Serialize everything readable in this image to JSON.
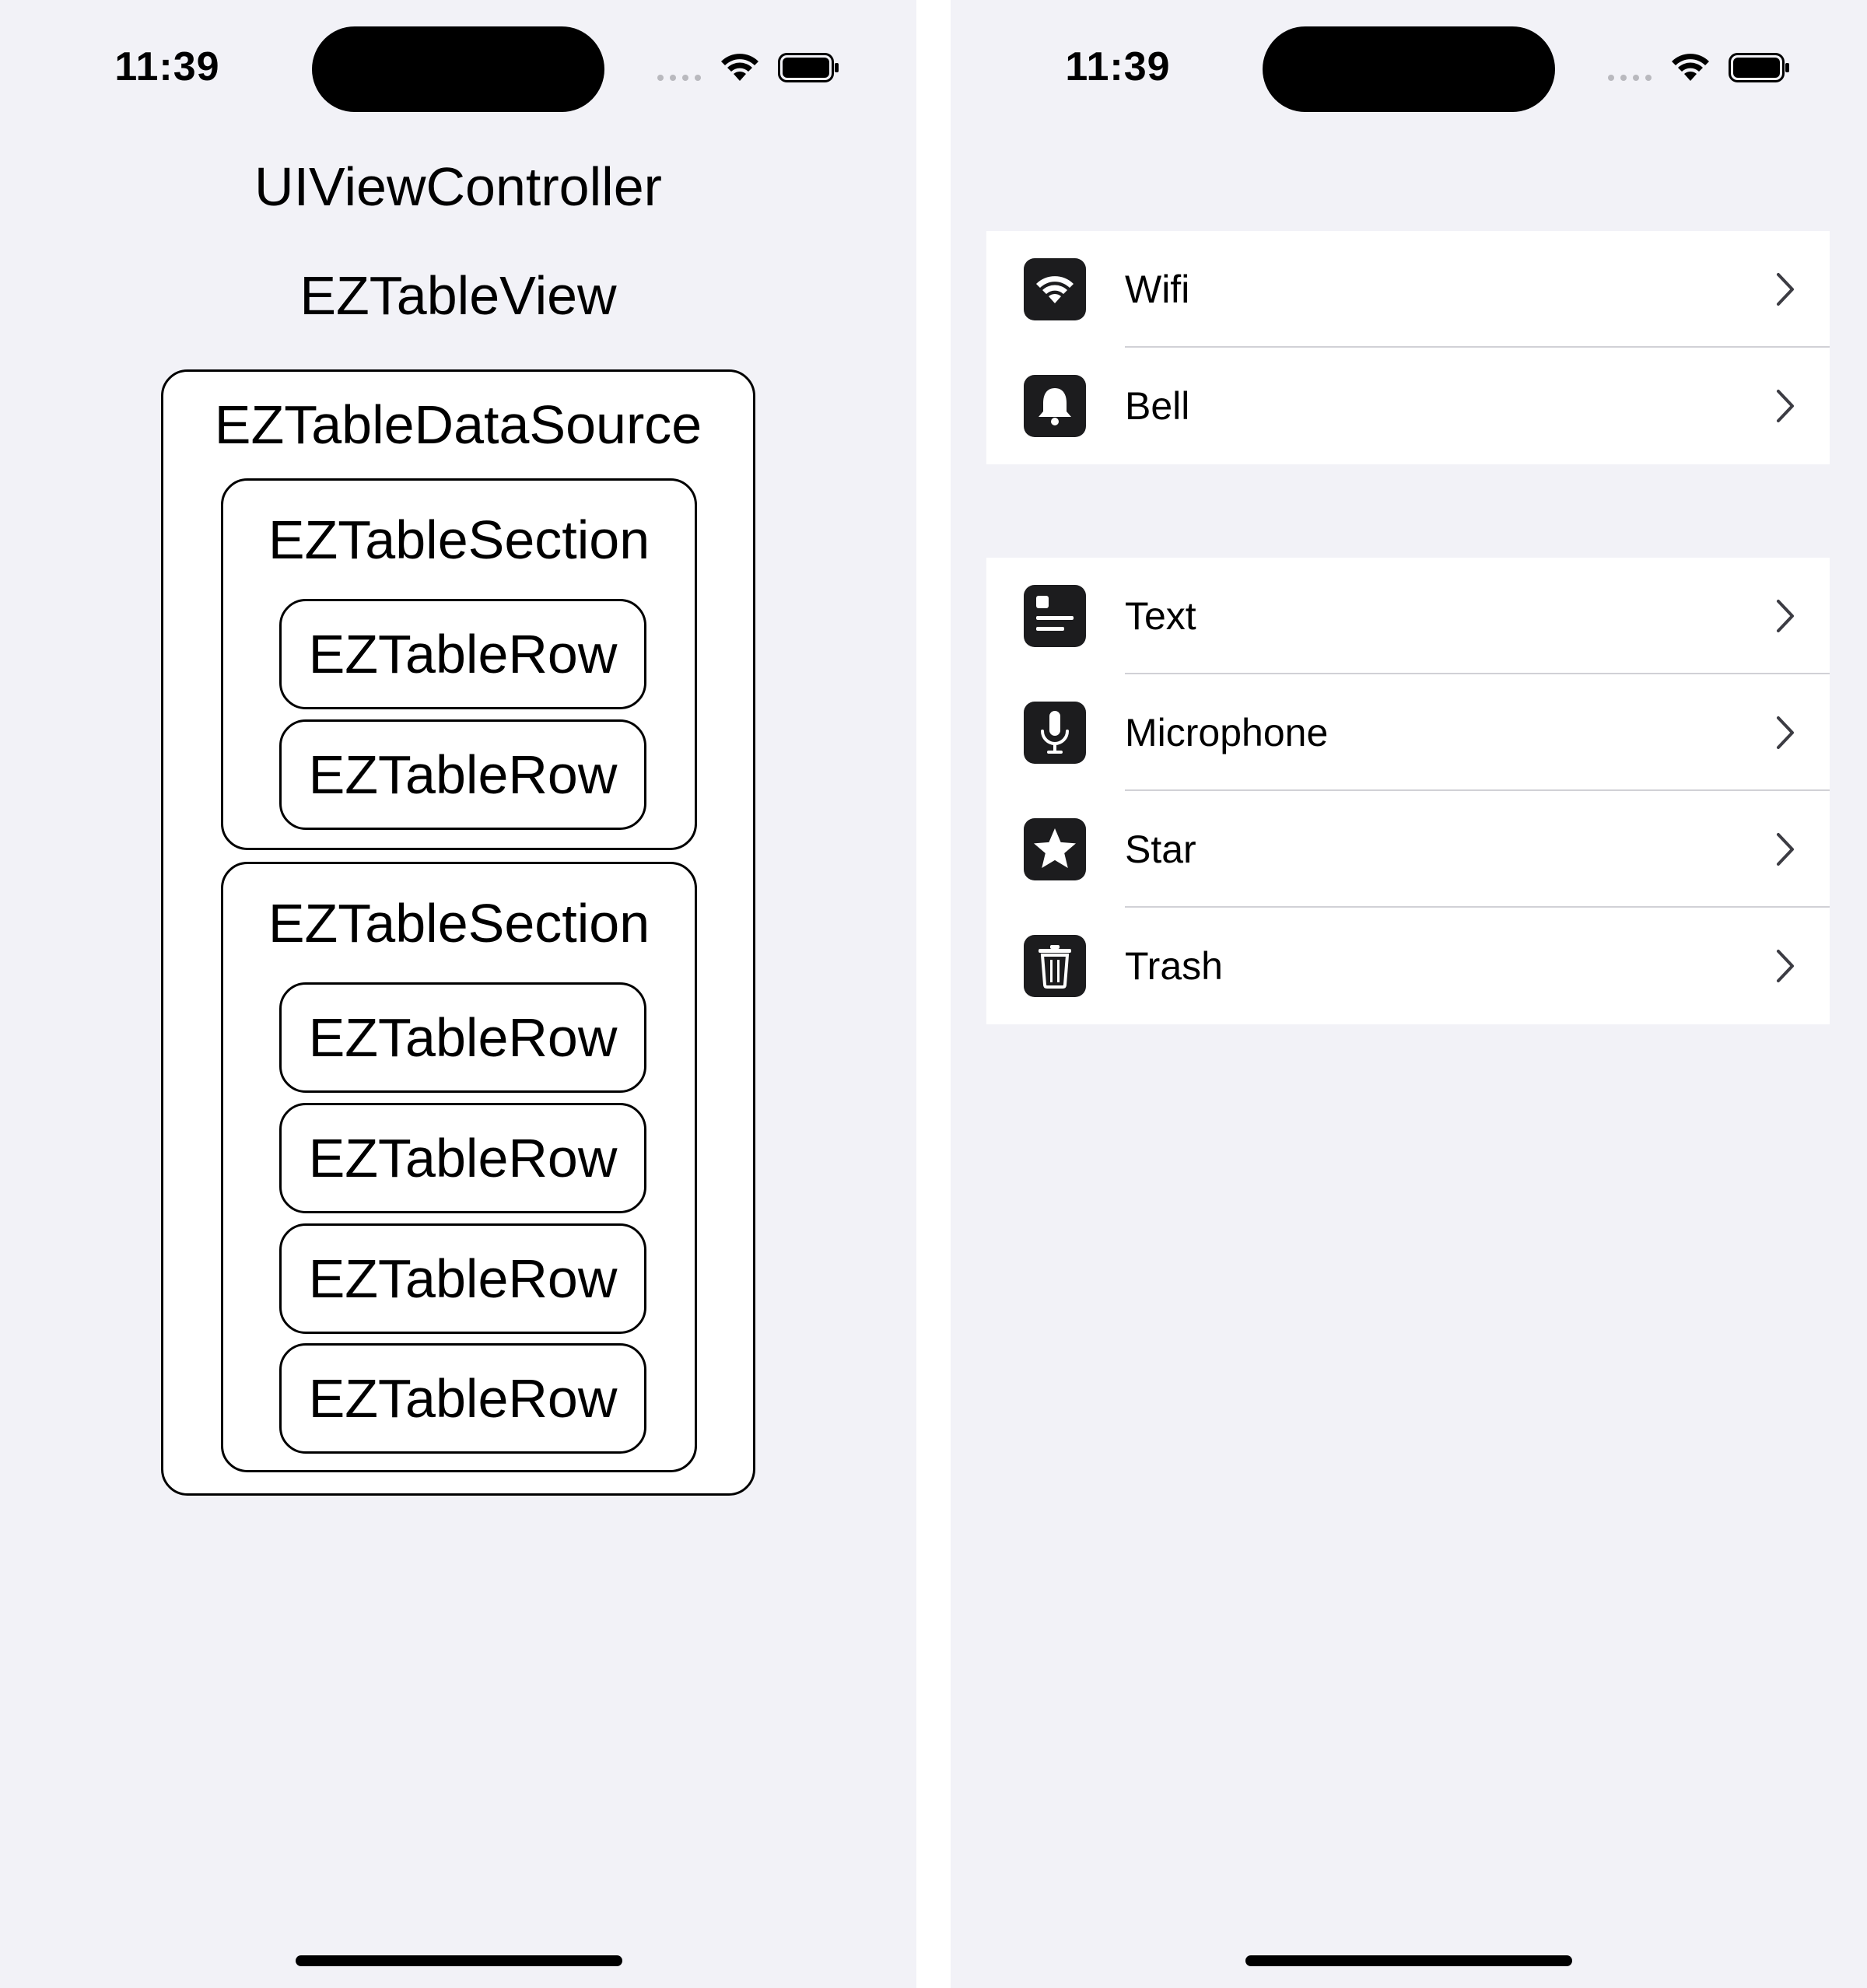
{
  "left_screen": {
    "status": {
      "time": "11:39"
    },
    "controller_title": "UIViewController",
    "table_view_title": "EZTableView",
    "data_source_label": "EZTableDataSource",
    "sections": [
      {
        "label": "EZTableSection",
        "rows": [
          "EZTableRow",
          "EZTableRow"
        ]
      },
      {
        "label": "EZTableSection",
        "rows": [
          "EZTableRow",
          "EZTableRow",
          "EZTableRow",
          "EZTableRow"
        ]
      }
    ]
  },
  "right_screen": {
    "status": {
      "time": "11:39"
    },
    "groups": [
      {
        "items": [
          {
            "label": "Wifi",
            "icon": "wifi-icon"
          },
          {
            "label": "Bell",
            "icon": "bell-icon"
          }
        ]
      },
      {
        "items": [
          {
            "label": "Text",
            "icon": "text-icon"
          },
          {
            "label": "Microphone",
            "icon": "microphone-icon"
          },
          {
            "label": "Star",
            "icon": "star-icon"
          },
          {
            "label": "Trash",
            "icon": "trash-icon"
          }
        ]
      }
    ]
  },
  "colors": {
    "background": "#f2f2f7",
    "cell_background": "#ffffff",
    "icon_tile": "#1c1c1e",
    "separator": "#d1d1d6",
    "chevron": "#3c3c43"
  }
}
